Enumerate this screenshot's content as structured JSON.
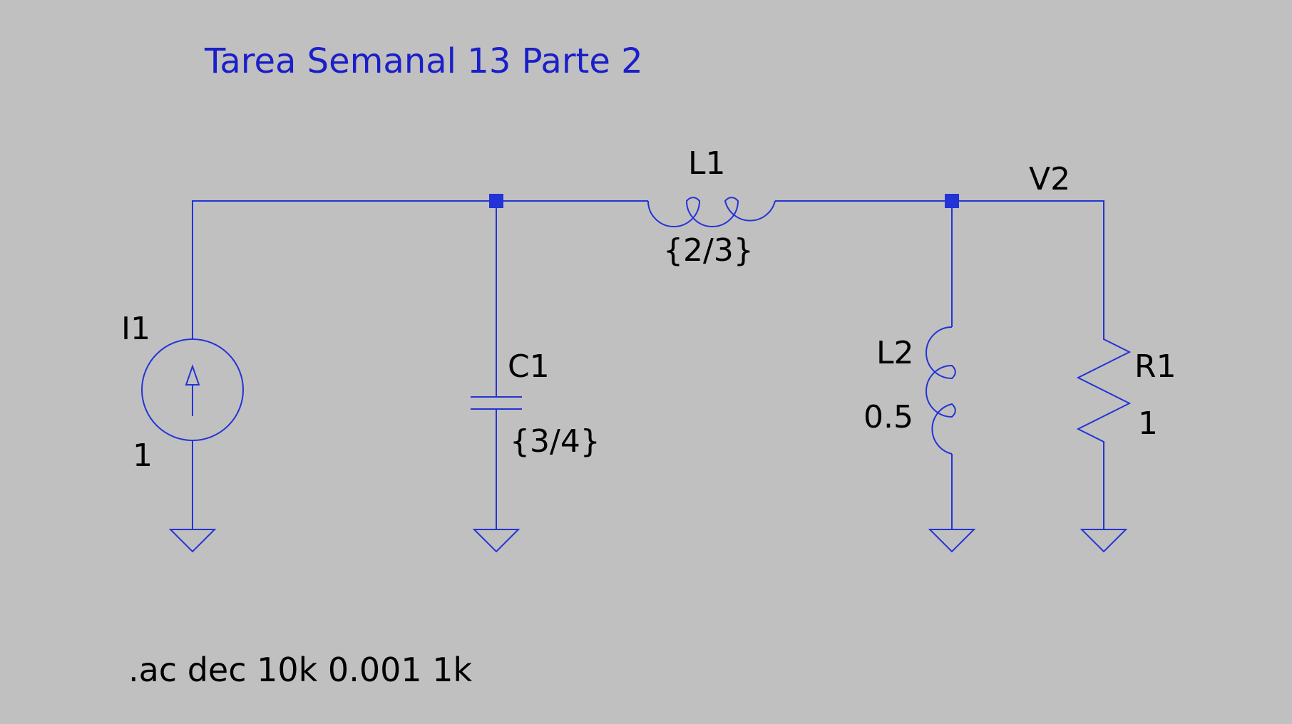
{
  "title": "Tarea Semanal 13 Parte 2",
  "directive": ".ac dec 10k 0.001 1k",
  "colors": {
    "background": "#c0c0c0",
    "wire": "#2433d6",
    "title_text": "#1a1fc8",
    "label_text": "#000000"
  },
  "net_label": "V2",
  "components": {
    "I1": {
      "name": "I1",
      "value": "1"
    },
    "C1": {
      "name": "C1",
      "value": "{3/4}"
    },
    "L1": {
      "name": "L1",
      "value": "{2/3}"
    },
    "L2": {
      "name": "L2",
      "value": "0.5"
    },
    "R1": {
      "name": "R1",
      "value": "1"
    }
  }
}
